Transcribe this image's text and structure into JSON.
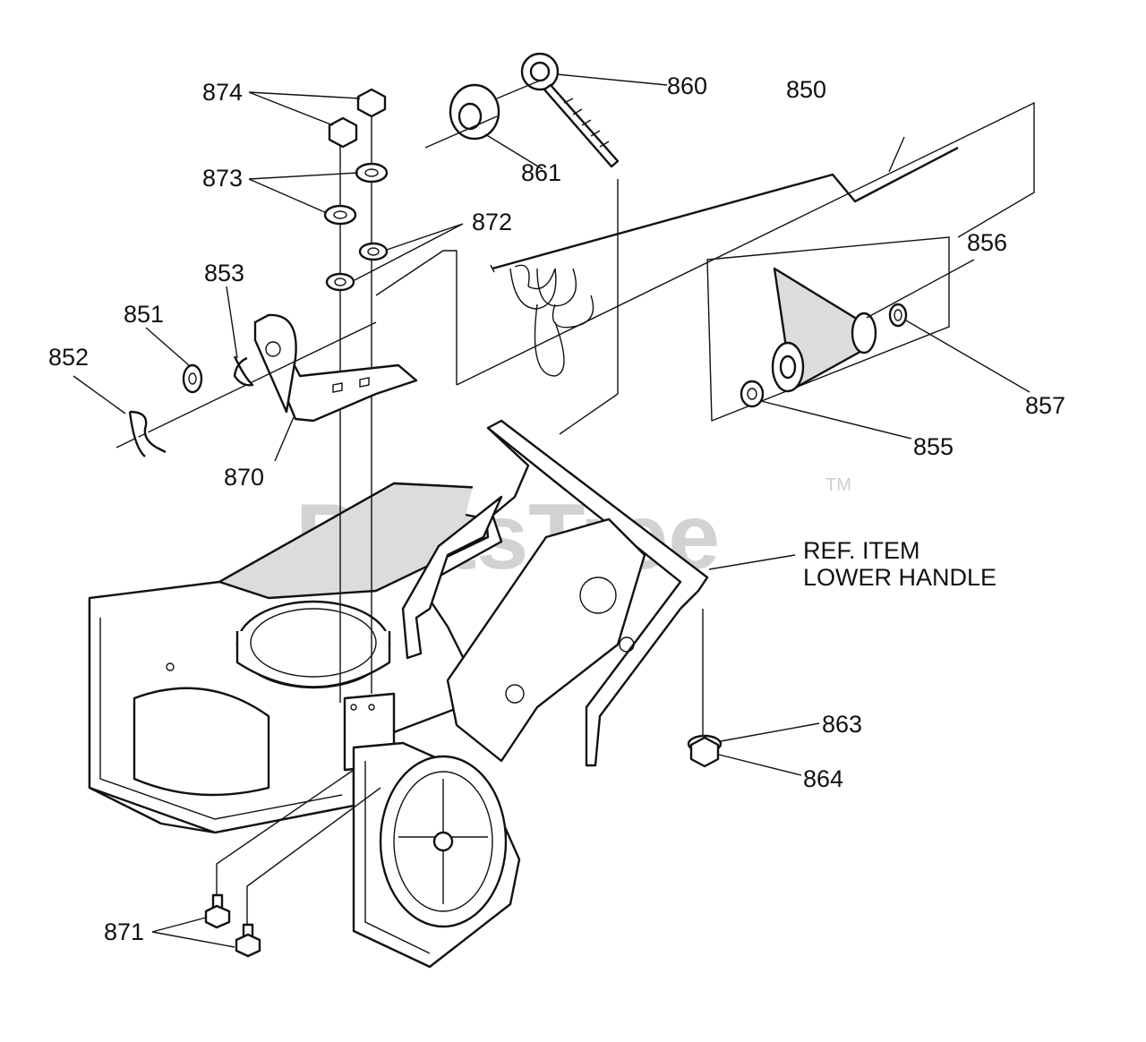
{
  "watermark": {
    "text": "PartsTree",
    "tm": "TM"
  },
  "reference_note": {
    "line1": "REF. ITEM",
    "line2": "LOWER HANDLE"
  },
  "callouts": {
    "c850": "850",
    "c851": "851",
    "c852": "852",
    "c853": "853",
    "c855": "855",
    "c856": "856",
    "c857": "857",
    "c860": "860",
    "c861": "861",
    "c863": "863",
    "c864": "864",
    "c870": "870",
    "c871": "871",
    "c872": "872",
    "c873": "873",
    "c874": "874"
  }
}
